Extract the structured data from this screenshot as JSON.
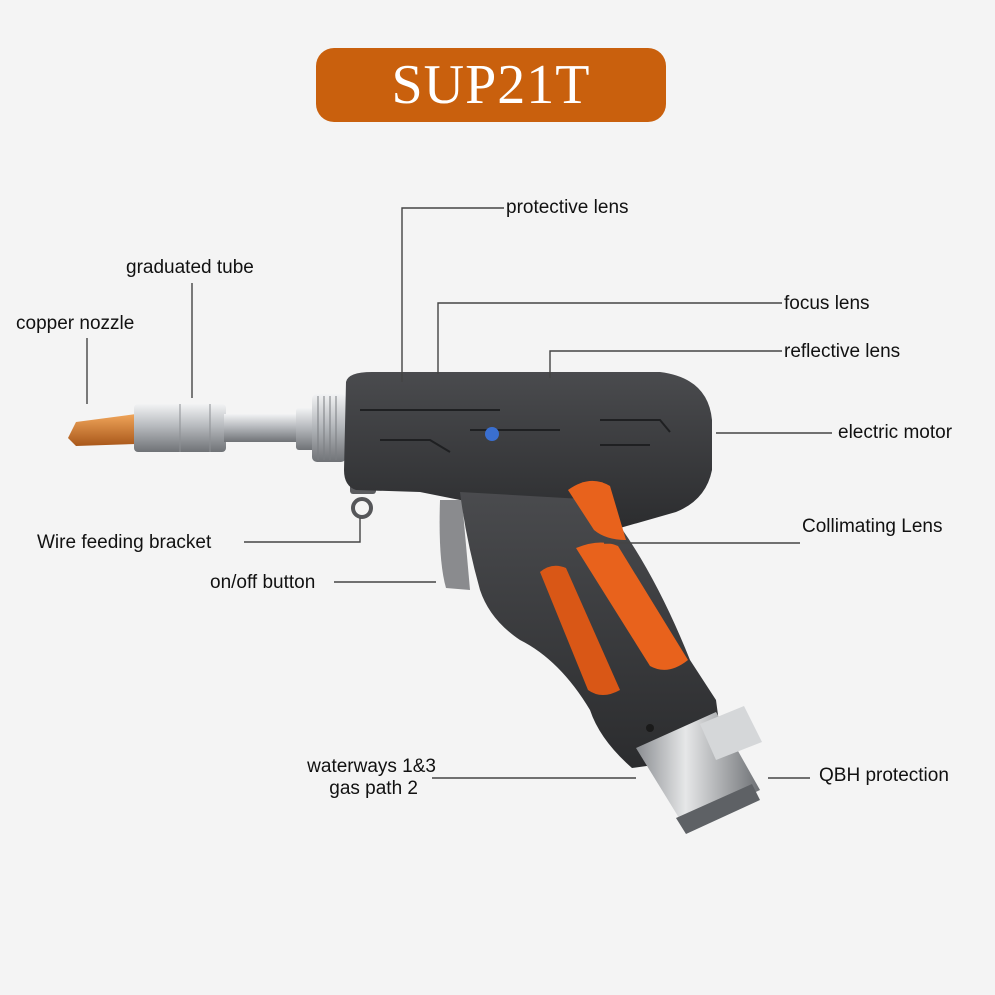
{
  "title": "SUP21T",
  "labels": {
    "protective_lens": "protective lens",
    "graduated_tube": "graduated tube",
    "copper_nozzle": "copper nozzle",
    "focus_lens": "focus lens",
    "reflective_lens": "reflective lens",
    "electric_motor": "electric motor",
    "collimating_lens": "Collimating Lens",
    "wire_feeding_bracket": "Wire feeding bracket",
    "on_off_button": "on/off button",
    "waterways_line1": "waterways 1&3",
    "waterways_line2": "gas path 2",
    "qbh_protection": "QBH protection"
  },
  "colors": {
    "badge": "#c9600d",
    "body": "#3a3b3d",
    "accent": "#e8621c",
    "copper": "#d9822b",
    "metal": "#b9bcc0"
  }
}
